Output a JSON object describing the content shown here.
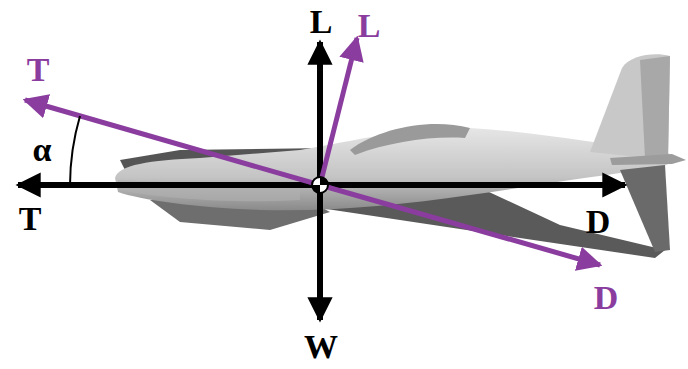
{
  "diagram": {
    "labels": [
      "L",
      "L",
      "T",
      "α",
      "T",
      "D",
      "D",
      "W"
    ]
  }
}
